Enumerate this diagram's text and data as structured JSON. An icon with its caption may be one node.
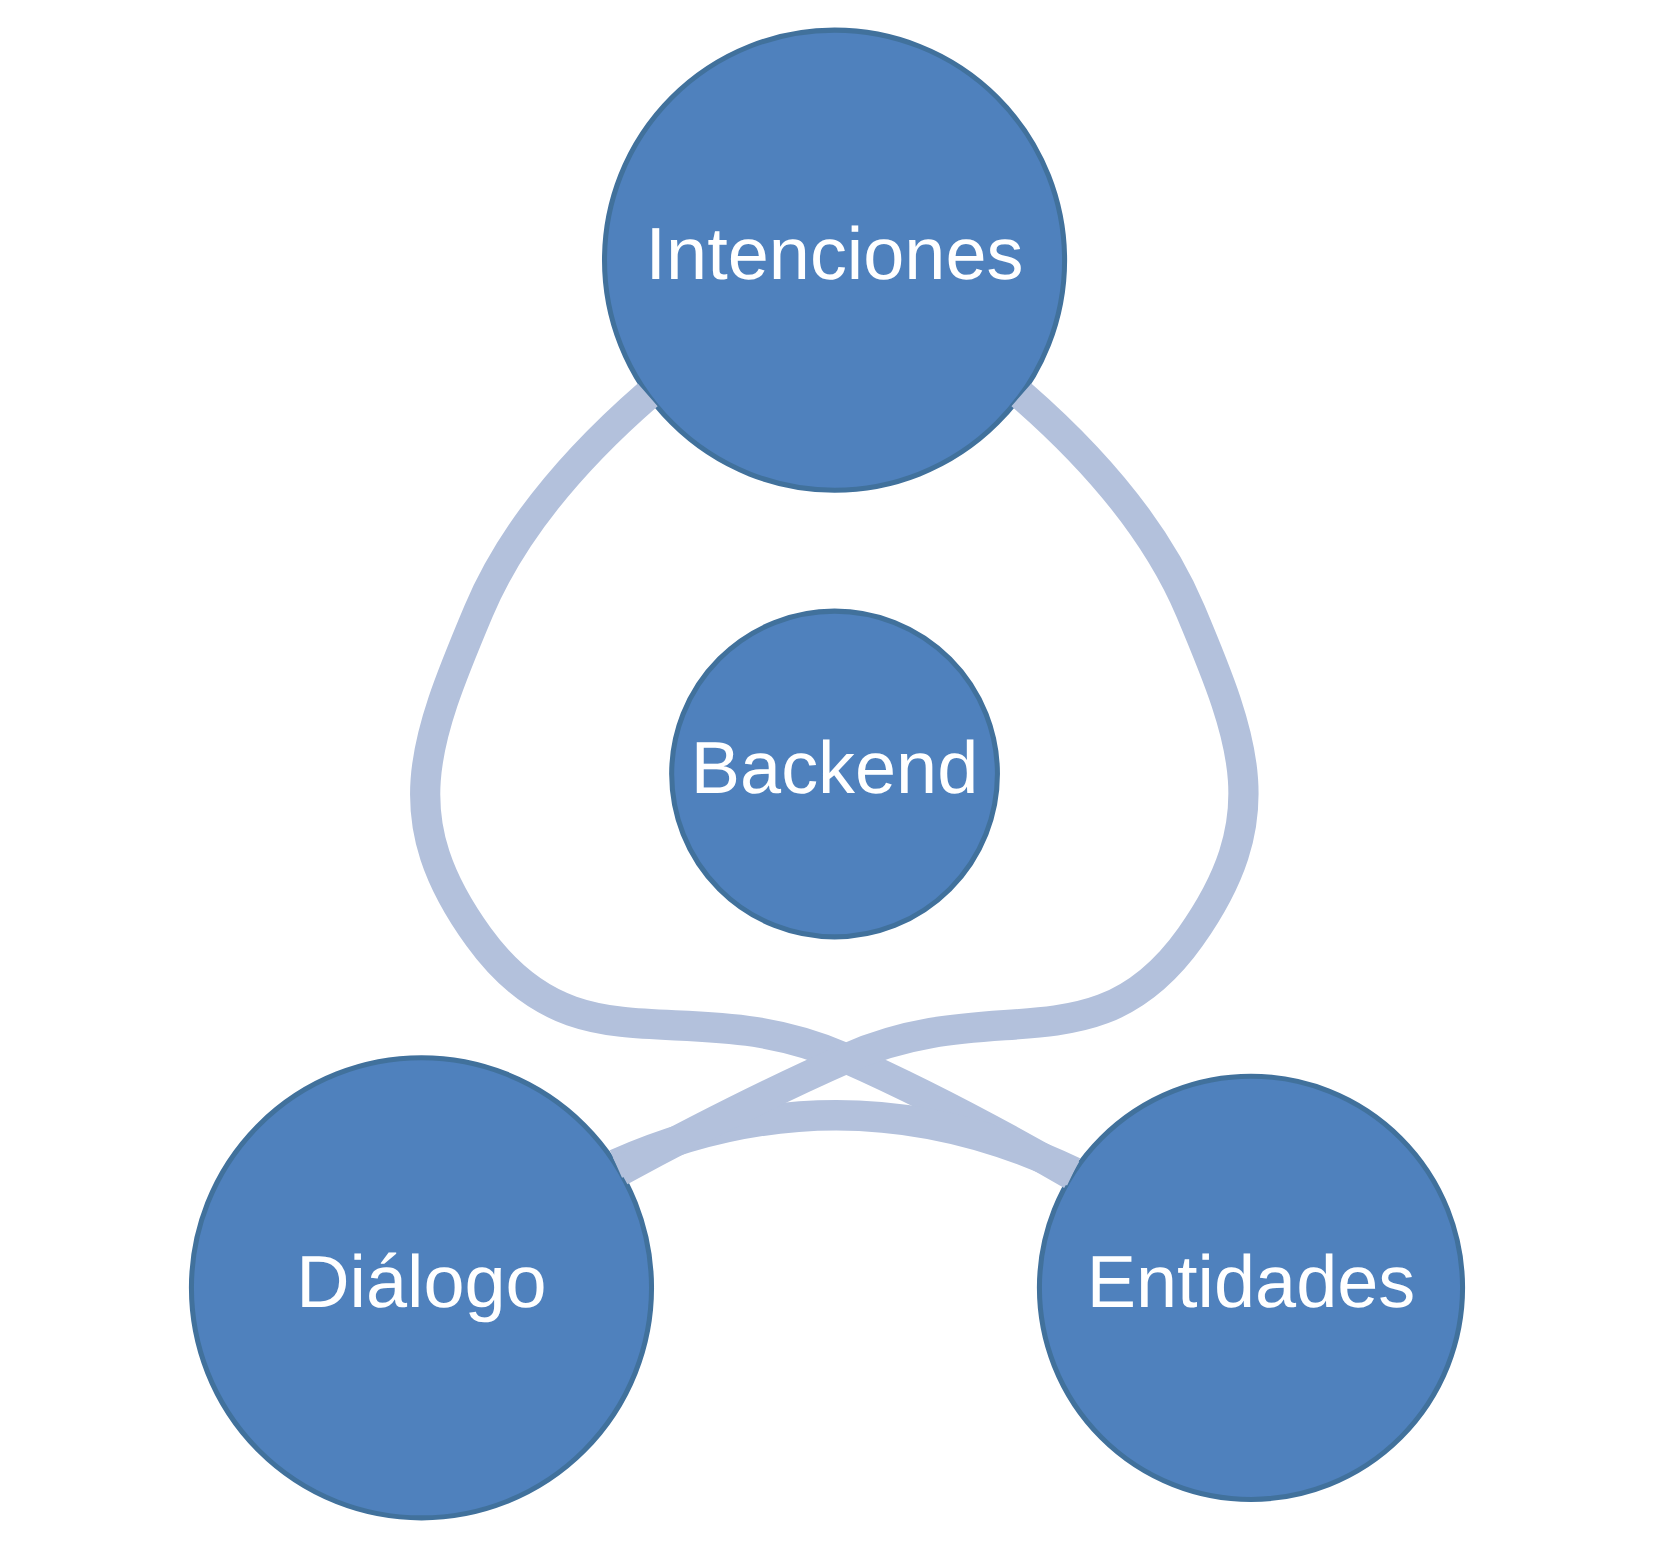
{
  "diagram": {
    "nodes": [
      {
        "text": [
          "Intenciones"
        ]
      },
      {
        "text": [
          "Entidades"
        ]
      },
      {
        "text": [
          "Diálogo"
        ]
      },
      {
        "text": [
          "Backend"
        ]
      }
    ],
    "edges": [
      {
        "from": 0,
        "to": 1,
        "arrow": "none"
      },
      {
        "from": 1,
        "to": 2,
        "arrow": "none"
      },
      {
        "from": 2,
        "to": 0,
        "arrow": "none"
      }
    ]
  }
}
